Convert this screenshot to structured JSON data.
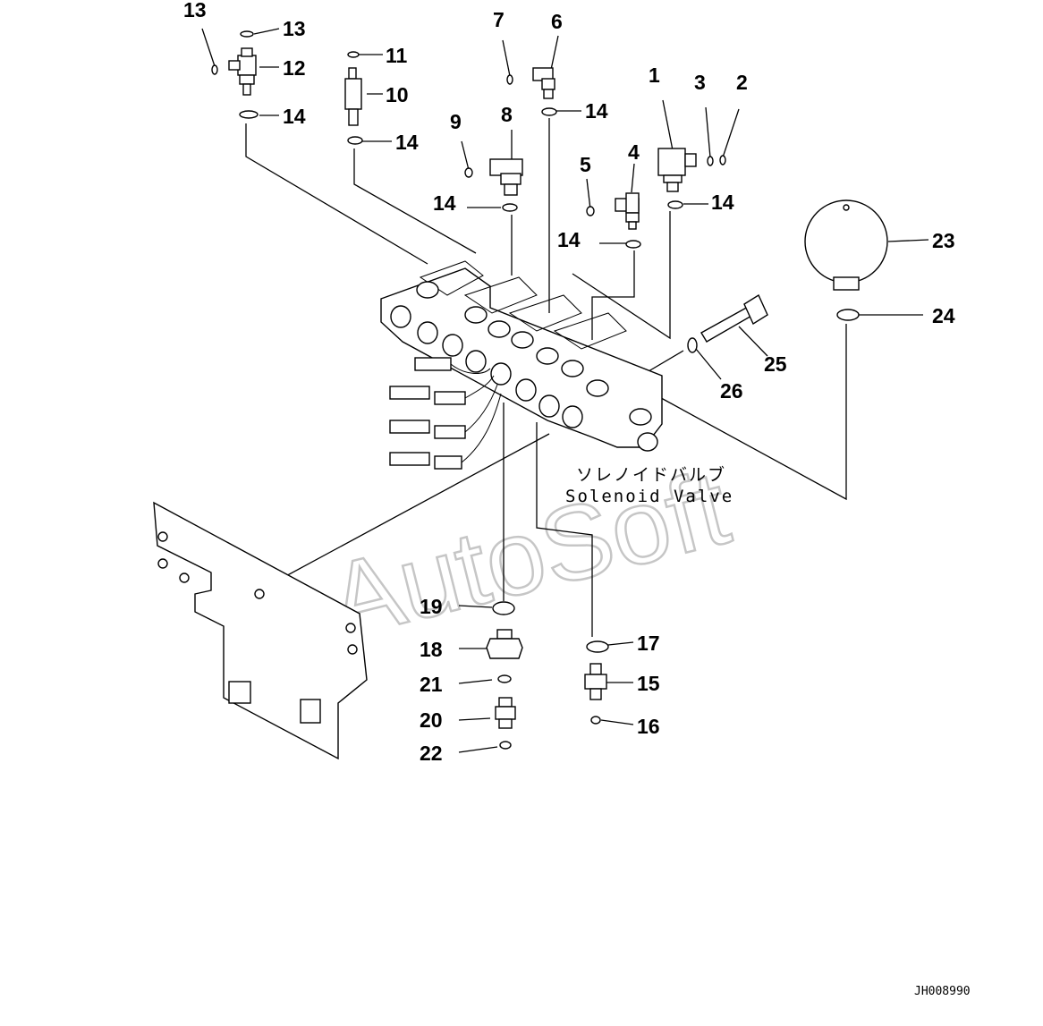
{
  "diagram": {
    "callouts": [
      {
        "id": "c1",
        "label": "1"
      },
      {
        "id": "c2",
        "label": "2"
      },
      {
        "id": "c3",
        "label": "3"
      },
      {
        "id": "c4",
        "label": "4"
      },
      {
        "id": "c5",
        "label": "5"
      },
      {
        "id": "c6",
        "label": "6"
      },
      {
        "id": "c7",
        "label": "7"
      },
      {
        "id": "c8",
        "label": "8"
      },
      {
        "id": "c9",
        "label": "9"
      },
      {
        "id": "c10",
        "label": "10"
      },
      {
        "id": "c11",
        "label": "11"
      },
      {
        "id": "c12",
        "label": "12"
      },
      {
        "id": "c13a",
        "label": "13"
      },
      {
        "id": "c13b",
        "label": "13"
      },
      {
        "id": "c14a",
        "label": "14"
      },
      {
        "id": "c14b",
        "label": "14"
      },
      {
        "id": "c14c",
        "label": "14"
      },
      {
        "id": "c14d",
        "label": "14"
      },
      {
        "id": "c14e",
        "label": "14"
      },
      {
        "id": "c14f",
        "label": "14"
      },
      {
        "id": "c15",
        "label": "15"
      },
      {
        "id": "c16",
        "label": "16"
      },
      {
        "id": "c17",
        "label": "17"
      },
      {
        "id": "c18",
        "label": "18"
      },
      {
        "id": "c19",
        "label": "19"
      },
      {
        "id": "c20",
        "label": "20"
      },
      {
        "id": "c21",
        "label": "21"
      },
      {
        "id": "c22",
        "label": "22"
      },
      {
        "id": "c23",
        "label": "23"
      },
      {
        "id": "c24",
        "label": "24"
      },
      {
        "id": "c25",
        "label": "25"
      },
      {
        "id": "c26",
        "label": "26"
      }
    ],
    "component_label_jp": "ソレノイドバルブ",
    "component_label_en": "Solenoid Valve",
    "watermark": "AutoSoft",
    "drawing_code": "JH008990"
  }
}
